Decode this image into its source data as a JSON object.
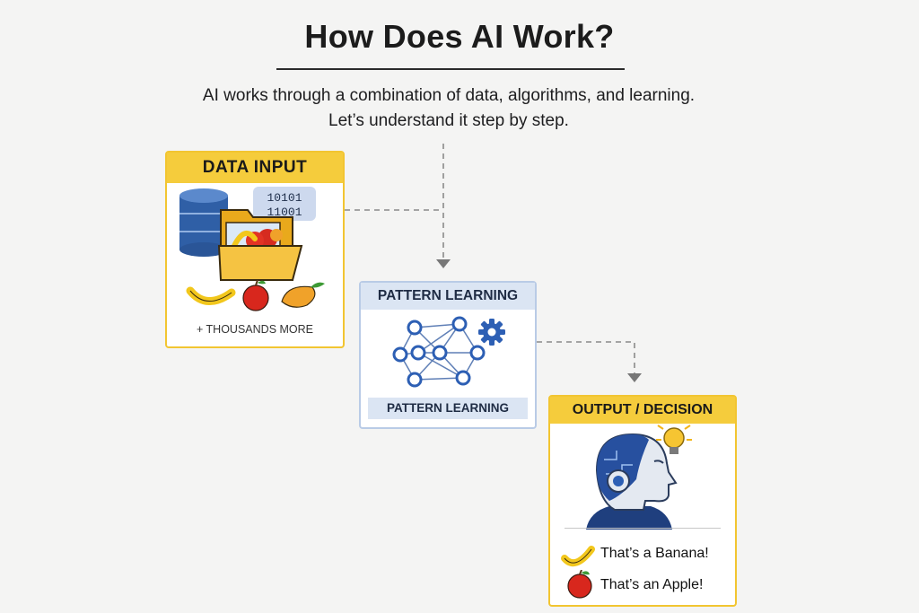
{
  "title": "How Does AI Work?",
  "intro": {
    "line1": "AI works through a combination of data, algorithms, and learning.",
    "line2": "Let’s understand it step by step."
  },
  "data_input": {
    "heading": "DATA INPUT",
    "binary_line1": "10101",
    "binary_line2": "11001",
    "caption": "+ THOUSANDS MORE"
  },
  "pattern_learning": {
    "heading": "PATTERN LEARNING",
    "tag": "PATTERN LEARNING"
  },
  "output": {
    "heading": "OUTPUT / DECISION",
    "results": [
      "That’s a Banana!",
      "That’s an Apple!"
    ]
  },
  "colors": {
    "yellow_accent": "#f5cc3c",
    "blue_accent": "#dbe5f3",
    "node_blue": "#2d5fb4",
    "connector_gray": "#888888"
  },
  "icons": [
    "database-icon",
    "folder-icon",
    "banana-icon",
    "apple-icon",
    "mango-icon",
    "neural-network-icon",
    "gear-icon",
    "robot-head-icon",
    "lightbulb-icon"
  ]
}
